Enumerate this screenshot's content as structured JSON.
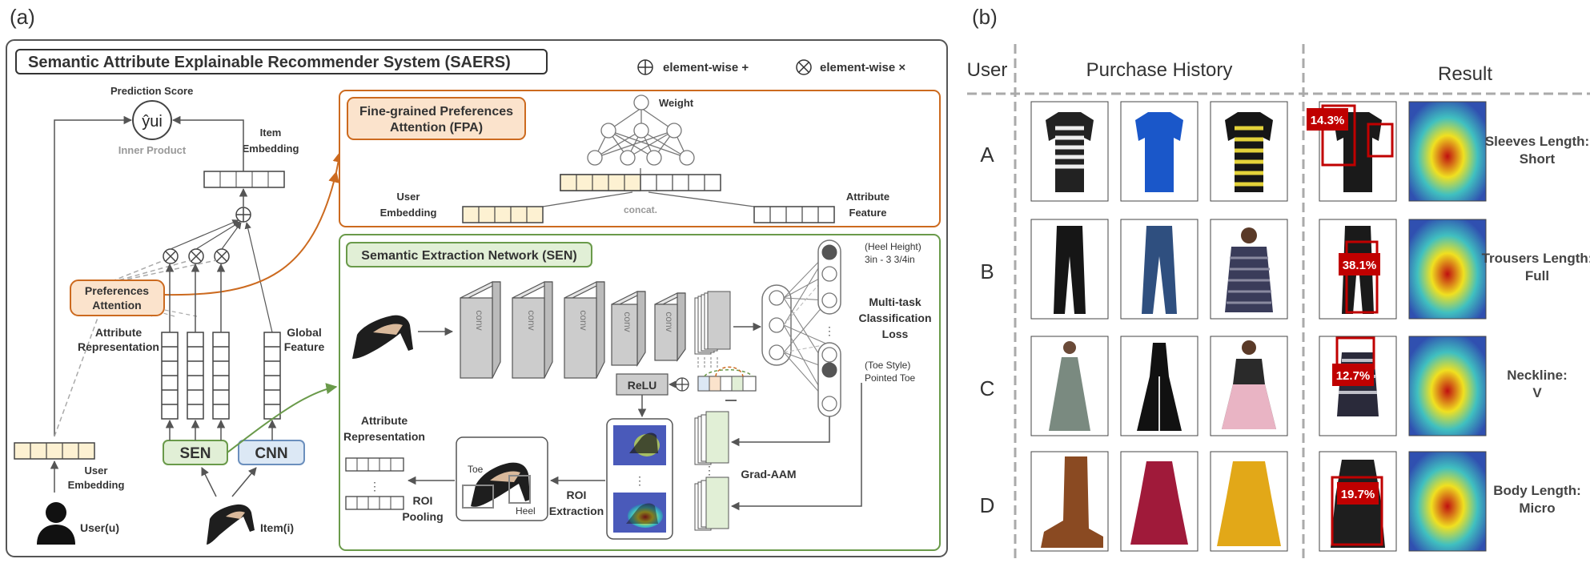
{
  "panel_a": {
    "tag": "(a)",
    "title": "Semantic Attribute Explainable Recommender System (SAERS)",
    "legend_plus": "element-wise +",
    "legend_times": "element-wise ×",
    "prediction_score": "Prediction Score",
    "y_hat": "ŷui",
    "inner_product": "Inner Product",
    "item_embedding_1": "Item",
    "item_embedding_2": "Embedding",
    "preferences_attention_1": "Preferences",
    "preferences_attention_2": "Attention",
    "attribute_representation_1": "Attribute",
    "attribute_representation_2": "Representation",
    "global_feature_1": "Global",
    "global_feature_2": "Feature",
    "user_embedding_1": "User",
    "user_embedding_2": "Embedding",
    "sen": "SEN",
    "cnn": "CNN",
    "user_u": "User(u)",
    "item_i": "Item(i)",
    "fpa_title_1": "Fine-grained Preferences",
    "fpa_title_2": "Attention (FPA)",
    "weight": "Weight",
    "fpa_user_1": "User",
    "fpa_user_2": "Embedding",
    "concat": "concat.",
    "attr_feature_1": "Attribute",
    "attr_feature_2": "Feature",
    "sen_title": "Semantic Extraction Network (SEN)",
    "conv": "conv",
    "heel_height_1": "(Heel Height)",
    "heel_height_2": "3in - 3 3/4in",
    "multitask_1": "Multi-task",
    "multitask_2": "Classification",
    "multitask_3": "Loss",
    "toe_style_1": "(Toe Style)",
    "toe_style_2": "Pointed Toe",
    "relu": "ReLU",
    "grad_aam": "Grad-AAM",
    "roi_extraction_1": "ROI",
    "roi_extraction_2": "Extraction",
    "roi_pooling_1": "ROI",
    "roi_pooling_2": "Pooling",
    "toe": "Toe",
    "heel": "Heel",
    "sen_attr_rep_1": "Attribute",
    "sen_attr_rep_2": "Representation"
  },
  "panel_b": {
    "tag": "(b)",
    "header_user": "User",
    "header_history": "Purchase History",
    "header_result": "Result",
    "rows": [
      {
        "user": "A",
        "percent": "14.3%",
        "attr_1": "Sleeves Length:",
        "attr_2": "Short"
      },
      {
        "user": "B",
        "percent": "38.1%",
        "attr_1": "Trousers Length:",
        "attr_2": "Full"
      },
      {
        "user": "C",
        "percent": "12.7%",
        "attr_1": "Neckline:",
        "attr_2": "V"
      },
      {
        "user": "D",
        "percent": "19.7%",
        "attr_1": "Body Length:",
        "attr_2": "Micro"
      }
    ]
  },
  "colors": {
    "fpa_border": "#cc6a1f",
    "fpa_fill": "#fbe3cc",
    "sen_border": "#6a9a4a",
    "sen_fill": "#e1efd6",
    "cnn_border": "#6b8fbd",
    "cnn_fill": "#dce8f5",
    "embed_fill": "#fdf1d2",
    "badge_red": "#c00000"
  }
}
